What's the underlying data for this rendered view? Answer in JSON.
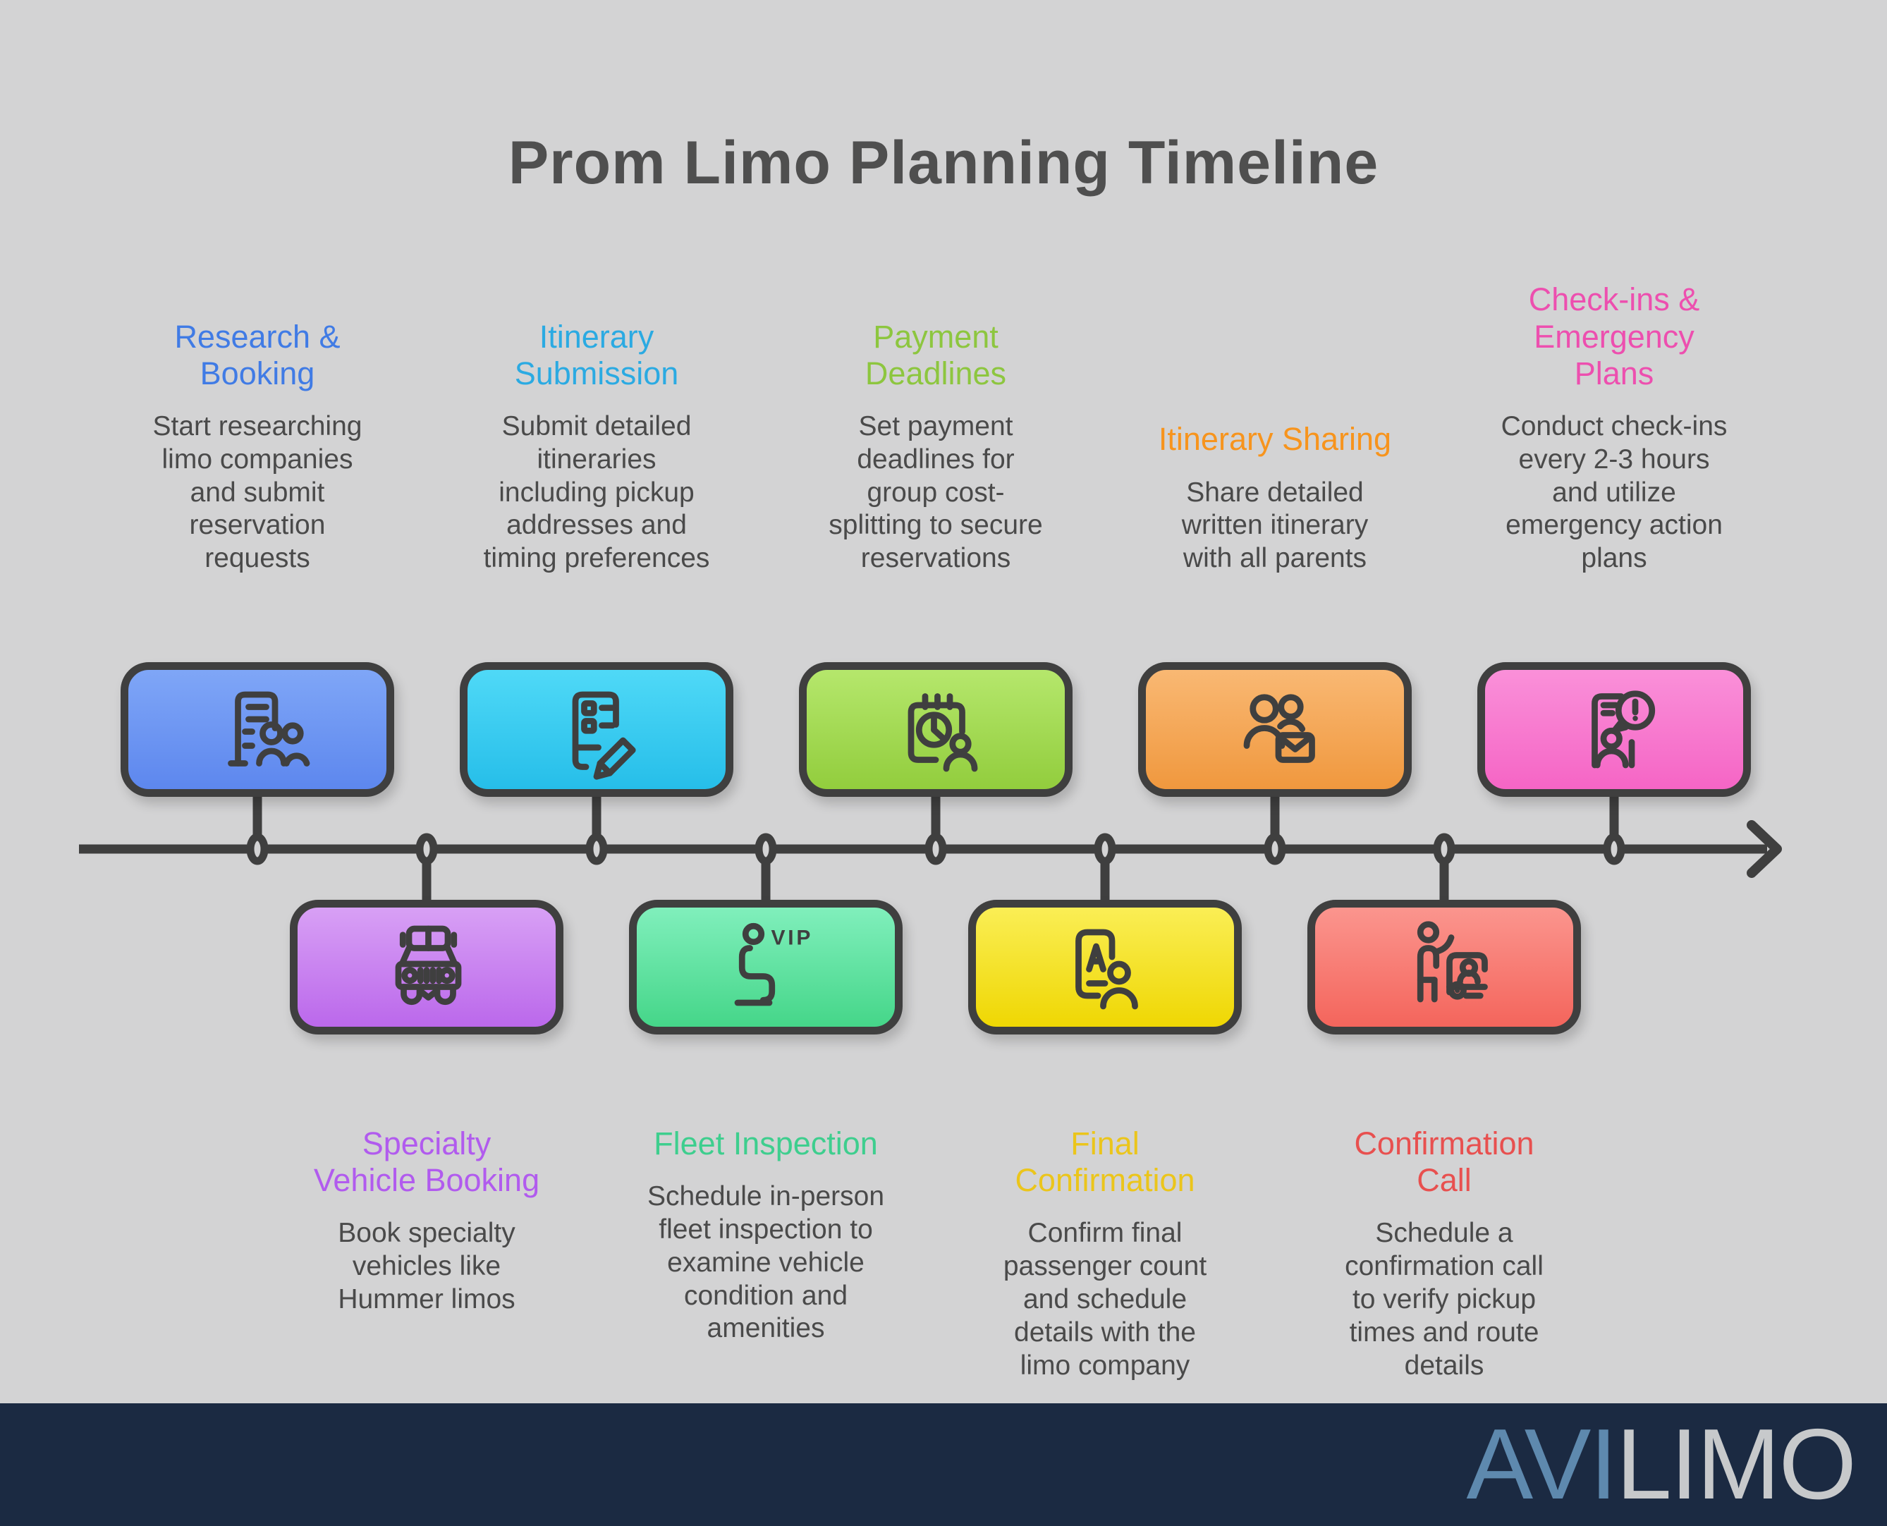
{
  "title": "Prom Limo Planning Timeline",
  "steps": [
    {
      "id": "research-booking",
      "heading": "Research &\nBooking",
      "body": "Start researching\nlimo companies\nand submit\nreservation\nrequests",
      "heading_color": "#407BE5",
      "box_gradient": [
        "#7FA6F7",
        "#5D87EE"
      ],
      "icon": "building-people-icon",
      "side": "top"
    },
    {
      "id": "specialty-vehicle-booking",
      "heading": "Specialty\nVehicle Booking",
      "body": "Book specialty\nvehicles like\nHummer limos",
      "heading_color": "#B15BEE",
      "box_gradient": [
        "#D8A0F5",
        "#BB68EB"
      ],
      "icon": "hummer-limo-icon",
      "side": "bottom"
    },
    {
      "id": "itinerary-submission",
      "heading": "Itinerary\nSubmission",
      "body": "Submit detailed\nitineraries\nincluding pickup\naddresses and\ntiming preferences",
      "heading_color": "#2BAAE2",
      "box_gradient": [
        "#4FD9F7",
        "#26BEE9"
      ],
      "icon": "checklist-pencil-icon",
      "side": "top"
    },
    {
      "id": "fleet-inspection",
      "heading": "Fleet Inspection",
      "body": "Schedule in-person\nfleet inspection to\nexamine vehicle\ncondition and\namenities",
      "heading_color": "#3ECE8E",
      "box_gradient": [
        "#80EFBC",
        "#45D689"
      ],
      "icon": "vip-seat-icon",
      "icon_text": "VIP",
      "side": "bottom"
    },
    {
      "id": "payment-deadlines",
      "heading": "Payment\nDeadlines",
      "body": "Set payment\ndeadlines for\ngroup cost-\nsplitting to secure\nreservations",
      "heading_color": "#8DC63F",
      "box_gradient": [
        "#B5E76C",
        "#92CD3D"
      ],
      "icon": "calendar-pie-person-icon",
      "side": "top"
    },
    {
      "id": "final-confirmation",
      "heading": "Final\nConfirmation",
      "body": "Confirm final\npassenger count\nand schedule\ndetails with the\nlimo company",
      "heading_color": "#EBC51B",
      "box_gradient": [
        "#FAEE55",
        "#EFD703"
      ],
      "icon": "phone-contact-icon",
      "side": "bottom"
    },
    {
      "id": "itinerary-sharing",
      "heading": "Itinerary Sharing",
      "body": "Share detailed\nwritten itinerary\nwith all parents",
      "heading_color": "#F7941D",
      "box_gradient": [
        "#F9B873",
        "#F0983E"
      ],
      "icon": "people-envelope-icon",
      "side": "top"
    },
    {
      "id": "confirmation-call",
      "heading": "Confirmation\nCall",
      "body": "Schedule a\nconfirmation call\nto verify pickup\ntimes and route\ndetails",
      "heading_color": "#E8504F",
      "box_gradient": [
        "#FB958E",
        "#F4655C"
      ],
      "icon": "person-car-icon",
      "side": "bottom"
    },
    {
      "id": "checkins-emergency-plans",
      "heading": "Check-ins &\nEmergency\nPlans",
      "body": "Conduct check-ins\nevery 2-3 hours\nand utilize\nemergency action\nplans",
      "heading_color": "#ED4FAF",
      "box_gradient": [
        "#FA90D9",
        "#F565C5"
      ],
      "icon": "phone-alert-person-icon",
      "side": "top"
    }
  ],
  "timeline": {
    "axis_color": "#3F3F3F",
    "node_fill": "#D3D3D4"
  },
  "footer": {
    "logo_left": "AVI",
    "logo_right": "LIMO",
    "bar_color": "#1B2A42",
    "logo_left_color": "#5E89AE",
    "logo_right_color": "#C7C9CB"
  },
  "colors": {
    "background": "#D3D3D4",
    "title_text": "#4F4F4F",
    "body_text": "#4A4A4A"
  }
}
